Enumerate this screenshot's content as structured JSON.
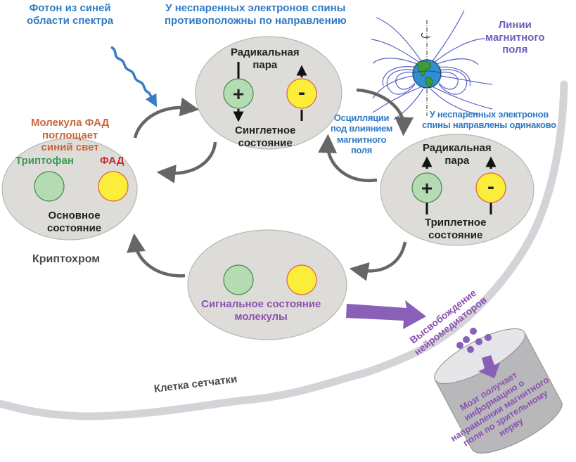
{
  "labels": {
    "photon": "Фотон из синей\nобласти спектра",
    "singlet_note": "У неспаренных электронов спины\nпротивоположны по направлению",
    "field_lines": "Линии\nмагнитного\nполя",
    "triplet_note": "У неспаренных электронов\nспины направлены одинаково",
    "oscillations": "Осцилляции\nпод влиянием\nмагнитного\nполя",
    "fad_absorbs": "Молекула ФАД\nпоглощает\nсиний свет",
    "cryptochrome": "Криптохром",
    "retina_cell": "Клетка сетчатки",
    "neurotransmitters": "Высвобождение\nнейромедиаторов",
    "brain": "Мозг получает\nинформацию о\nнаправлении магнитного\nполя по зрительному\nнерву"
  },
  "states": {
    "ground": {
      "trp_label": "Триптофан",
      "fad_label": "ФАД",
      "title": "Основное\nсостояние"
    },
    "singlet": {
      "top": "Радикальная\nпара",
      "bottom": "Синглетное\nсостояние",
      "plus": "+",
      "minus": "-"
    },
    "triplet": {
      "top": "Радикальная\nпара",
      "bottom": "Триплетное\nсостояние",
      "plus": "+",
      "minus": "-"
    },
    "signal": {
      "title": "Сигнальное состояние\nмолекулы"
    }
  },
  "colors": {
    "ellipse_fill": "#dedcd8",
    "ellipse_stroke": "#b9b7b3",
    "trp_fill": "#b5dbb3",
    "trp_stroke": "#3f8a4e",
    "fad_fill": "#fbee3a",
    "fad_stroke": "#e0613a",
    "arrow_grey": "#666666",
    "photon_blue": "#3a7cc4",
    "purple": "#8a5fb8",
    "membrane": "#d4d3d8",
    "field_line": "#5a5fc8",
    "earth_blue": "#2f8fd0",
    "earth_green": "#3f9a3a"
  }
}
